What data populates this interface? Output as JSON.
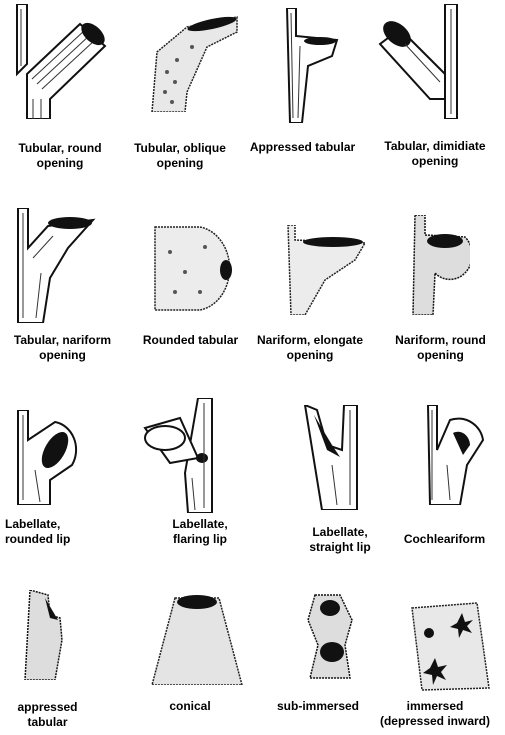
{
  "figure": {
    "rows": [
      [
        {
          "id": "tubular-round",
          "label": "Tubular, round\nopening"
        },
        {
          "id": "tubular-oblique",
          "label": "Tubular, oblique\nopening"
        },
        {
          "id": "appressed-tabular-1",
          "label": "Appressed tabular"
        },
        {
          "id": "tubular-dimidiate",
          "label": "Tabular, dimidiate\nopening"
        }
      ],
      [
        {
          "id": "tabular-nariform",
          "label": "Tabular, nariform\nopening"
        },
        {
          "id": "rounded-tabular",
          "label": "Rounded tabular"
        },
        {
          "id": "nariform-elongate",
          "label": "Nariform, elongate\nopening"
        },
        {
          "id": "nariform-round",
          "label": "Nariform, round\nopening"
        }
      ],
      [
        {
          "id": "labellate-rounded",
          "label": "Labellate,\nrounded lip"
        },
        {
          "id": "labellate-flaring",
          "label": "Labellate,\nflaring lip"
        },
        {
          "id": "labellate-straight",
          "label": "Labellate,\nstraight lip"
        },
        {
          "id": "cochleariform",
          "label": "Cochleariform"
        }
      ],
      [
        {
          "id": "appressed-tabular-2",
          "label": "appressed\ntabular"
        },
        {
          "id": "conical",
          "label": "conical"
        },
        {
          "id": "sub-immersed",
          "label": "sub-immersed"
        },
        {
          "id": "immersed",
          "label": "immersed\n(depressed inward)"
        }
      ]
    ]
  }
}
